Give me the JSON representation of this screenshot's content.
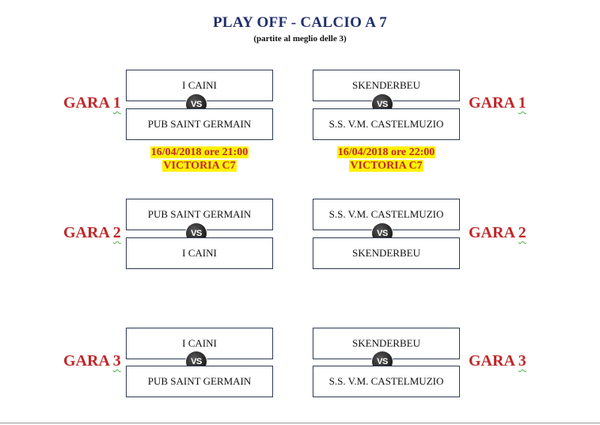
{
  "header": {
    "title": "PLAY OFF - CALCIO A 7",
    "subtitle": "(partite al meglio delle 3)"
  },
  "vs_label": "VS",
  "rows": [
    {
      "left_label": {
        "word": "GARA",
        "num": "1"
      },
      "right_label": {
        "word": "GARA",
        "num": "1"
      },
      "left_match": {
        "home": "I CAINI",
        "away": "PUB SAINT GERMAIN",
        "date": "16/04/2018 ore 21:00",
        "venue": "VICTORIA C7"
      },
      "right_match": {
        "home": "SKENDERBEU",
        "away": "S.S. V.M. CASTELMUZIO",
        "date": "16/04/2018 ore 22:00",
        "venue": "VICTORIA C7"
      }
    },
    {
      "left_label": {
        "word": "GARA",
        "num": "2"
      },
      "right_label": {
        "word": "GARA",
        "num": "2"
      },
      "left_match": {
        "home": "PUB SAINT GERMAIN",
        "away": "I CAINI"
      },
      "right_match": {
        "home": "S.S. V.M. CASTELMUZIO",
        "away": "SKENDERBEU"
      }
    },
    {
      "left_label": {
        "word": "GARA",
        "num": "3"
      },
      "right_label": {
        "word": "GARA",
        "num": "3"
      },
      "left_match": {
        "home": "I CAINI",
        "away": "PUB SAINT GERMAIN"
      },
      "right_match": {
        "home": "SKENDERBEU",
        "away": "S.S. V.M. CASTELMUZIO"
      }
    }
  ],
  "colors": {
    "title": "#1f2f6b",
    "gara": "#c0282a",
    "highlight": "#fff200",
    "box_border": "#2e3b55"
  }
}
